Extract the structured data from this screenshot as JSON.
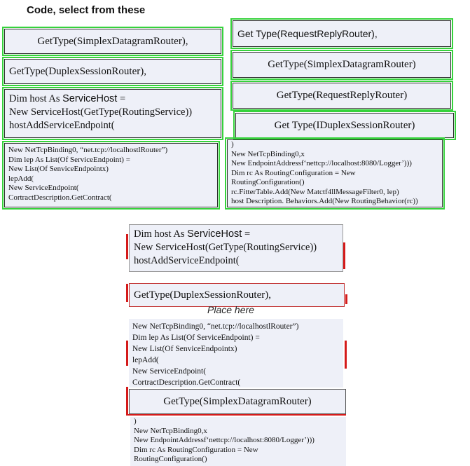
{
  "title": "Code, select from these",
  "place_here": "Place here",
  "left_options": {
    "opt1": "GetType(SimplexDatagramRouter),",
    "opt2": "GetType(DuplexSessionRouter),",
    "opt3": {
      "l1a": "Dim host As ",
      "l1b": "ServiceHost",
      "l1c": " =",
      "l2": "New ServiceHost(GetType(RoutingService))",
      "l3": "hostAddServiceEndpoint("
    },
    "opt4": [
      "New NetTcpBinding0, “net.tcp://localhostlRouter”)",
      "Dim lep As List(Of ServiceEndpoint) =",
      "New List(Of SenviceEndpointx)",
      "lepAdd(",
      "New ServiceEndpoint(",
      "CortractDescription.GetContract("
    ]
  },
  "right_options": {
    "opt1": "Get Type(RequestReplyRouter),",
    "opt2": "GetType(SimplexDatagramRouter)",
    "opt3": "GetType(RequestReplyRouter)",
    "opt4": "Get Type(IDuplexSessionRouter)",
    "opt5": [
      ")",
      "New NetTcpBinding0,x",
      "New EndpointAddressf‘nettcp://localhost:8080/Logger’)))",
      "Dim rc As RoutingConfiguration = New",
      "RoutingConfiguration()",
      "rc.FitterTable.Add(New Matctf4llMessageFilter0, lep)",
      "host Description. Behaviors.Add(New RoutingBehavior(rc))"
    ]
  },
  "answer": {
    "a1": {
      "l1a": "Dim host As ",
      "l1b": "ServiceHost",
      "l1c": " =",
      "l2": "New ServiceHost(GetType(RoutingService))",
      "l3": "hostAddServiceEndpoint("
    },
    "a2": "GetType(DuplexSessionRouter),",
    "a3": [
      "New NetTcpBinding0, “net.tcp://localhostlRouter”)",
      "Dim lep As List(Of ServiceEndpoint) =",
      "New List(Of SenviceEndpointx)",
      "lepAdd(",
      "New ServiceEndpoint(",
      "CortractDescription.GetContract("
    ],
    "a4": "GetType(SimplexDatagramRouter)",
    "a5": [
      ")",
      "New NetTcpBinding0,x",
      "New EndpointAddressf‘nettcp://localhost:8080/Logger’)))",
      "Dim rc As RoutingConfiguration = New",
      "RoutingConfiguration()"
    ]
  },
  "colors": {
    "tile_bg": "#eef0f8",
    "green": "#36d23c",
    "red": "#d41a1a"
  }
}
